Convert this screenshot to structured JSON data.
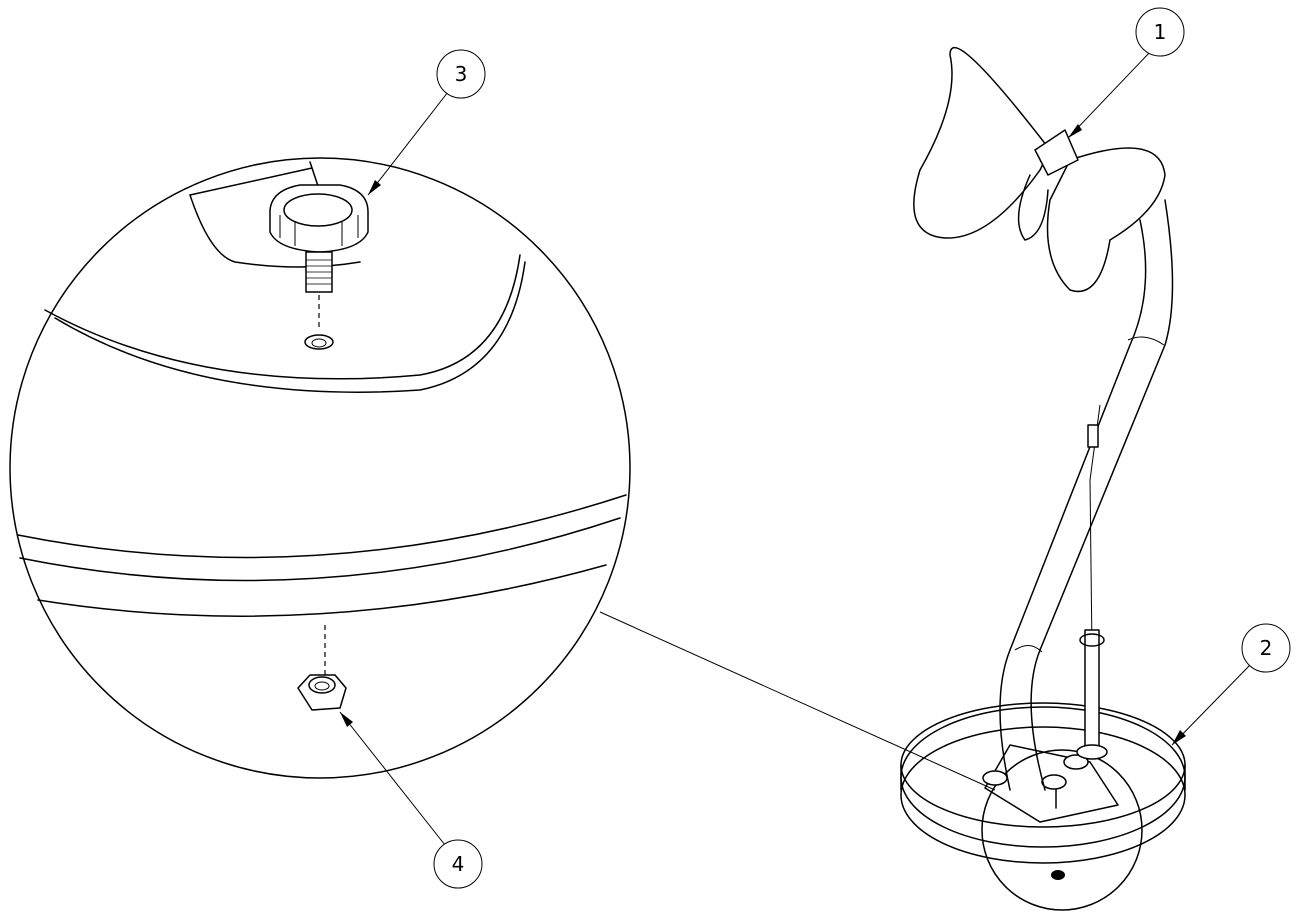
{
  "balloons": [
    {
      "id": "1",
      "label": "1"
    },
    {
      "id": "2",
      "label": "2"
    },
    {
      "id": "3",
      "label": "3"
    },
    {
      "id": "4",
      "label": "4"
    }
  ]
}
